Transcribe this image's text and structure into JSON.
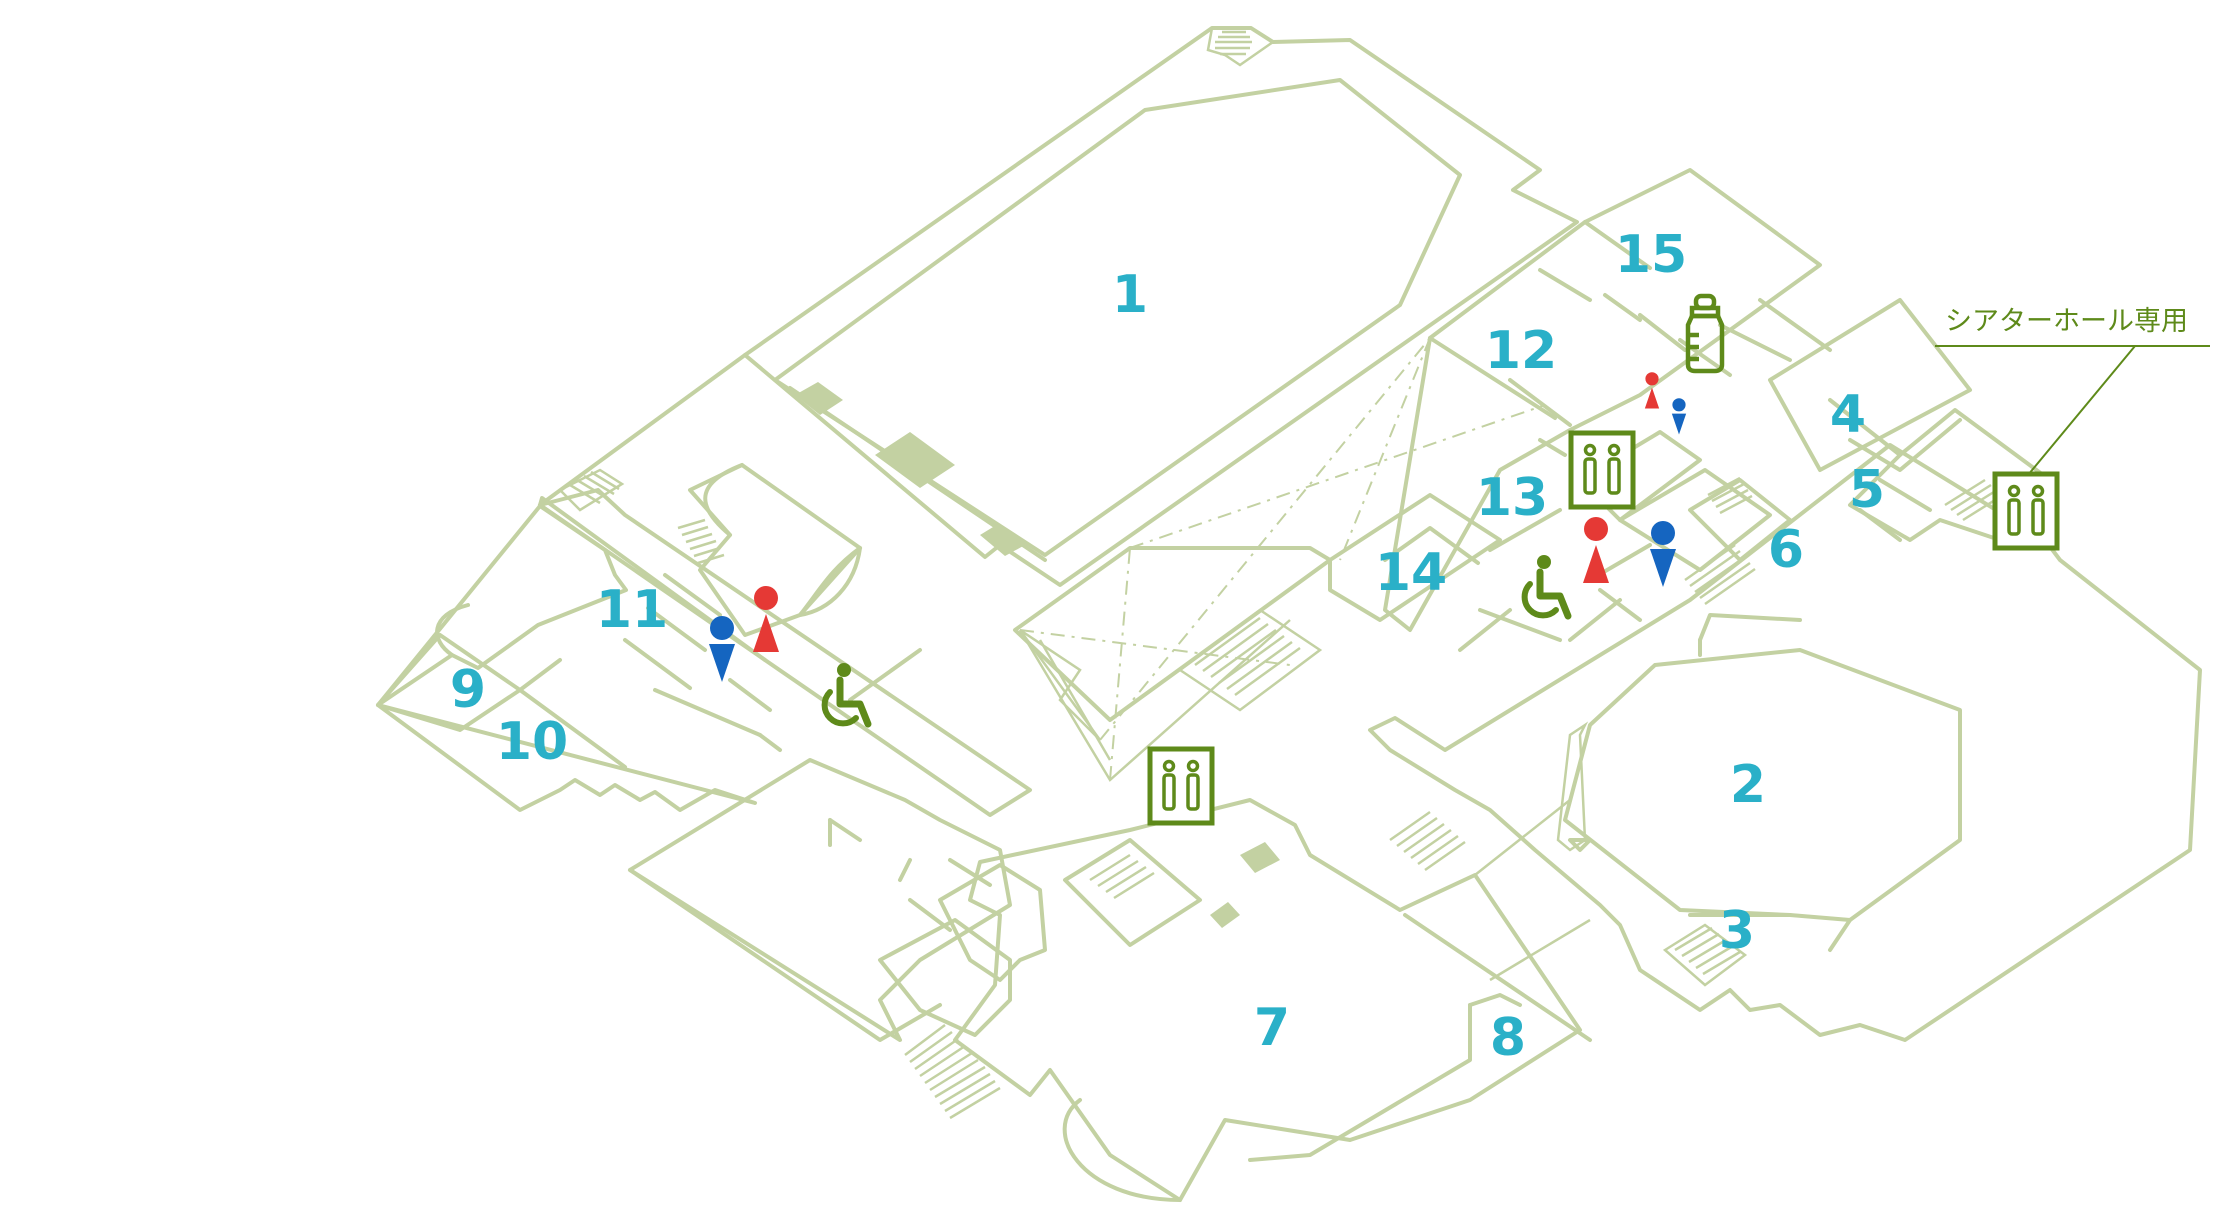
{
  "room_labels": [
    "1",
    "2",
    "3",
    "4",
    "5",
    "6",
    "7",
    "8",
    "9",
    "10",
    "11",
    "12",
    "13",
    "14",
    "15"
  ],
  "annotation": "シアターホール専用",
  "icons": [
    "elevator-icon",
    "restroom-male-icon",
    "restroom-female-icon",
    "wheelchair-icon",
    "baby-bottle-icon",
    "stairs-icon"
  ],
  "colors": {
    "walls": "#c3d1a2",
    "room_number": "#2ab0c8",
    "male": "#1565c0",
    "female": "#e53935",
    "accessibility": "#5e8a1a"
  }
}
